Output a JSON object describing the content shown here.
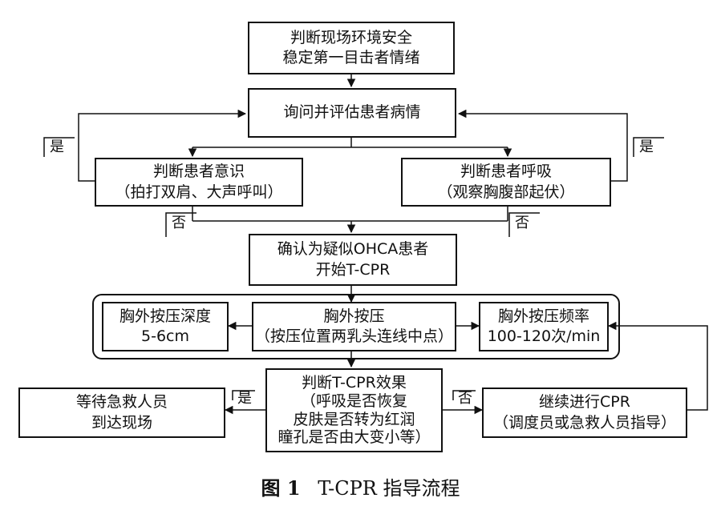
{
  "nodes": {
    "safety": [
      "判断现场环境安全",
      "稳定第一目击者情绪"
    ],
    "assess": [
      "询问并评估患者病情"
    ],
    "consciousness": [
      "判断患者意识",
      "（拍打双肩、大声呼叫）"
    ],
    "breathing": [
      "判断患者呼吸",
      "（观察胸腹部起伏）"
    ],
    "confirm": [
      "确认为疑似OHCA患者",
      "开始T-CPR"
    ],
    "depth": [
      "胸外按压深度",
      "5-6cm"
    ],
    "compression": [
      "胸外按压",
      "（按压位置两乳头连线中点）"
    ],
    "rate": [
      "胸外按压频率",
      "100-120次/min"
    ],
    "effect": [
      "判断T-CPR效果",
      "（呼吸是否恢复",
      "皮肤是否转为红润",
      "瞳孔是否由大变小等）"
    ],
    "wait": [
      "等待急救人员",
      "到达现场"
    ],
    "continue": [
      "继续进行CPR",
      "（调度员或急救人员指导）"
    ]
  },
  "labels": {
    "yes_left": "是",
    "yes_right": "是",
    "no_left": "否",
    "no_right": "否",
    "yes_bottom": "是",
    "no_bottom": "否"
  },
  "caption": {
    "figure": "图 1",
    "title": "T-CPR 指导流程"
  }
}
